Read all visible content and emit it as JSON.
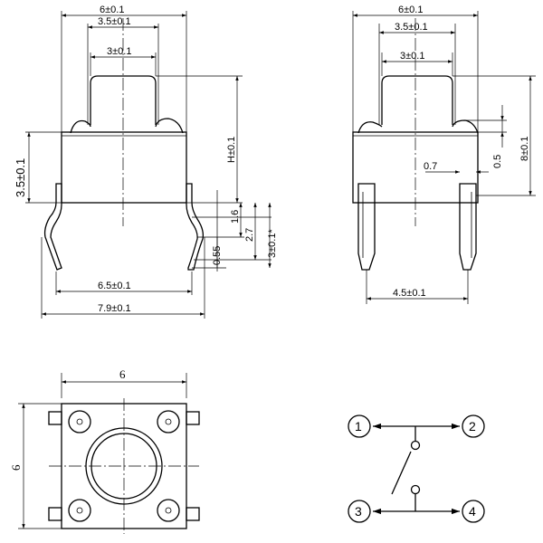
{
  "front_view": {
    "top_width": "6±0.1",
    "mid_width": "3.5±0.1",
    "stem_width": "3±0.1",
    "body_height": "3.5±0.1",
    "total_height": "H±0.1",
    "lead_1": "1.6",
    "lead_2": "2.7",
    "lead_3": "3±0.1*",
    "lead_4": "0.55",
    "pitch_inner": "6.5±0.1",
    "pitch_outer": "7.9±0.1"
  },
  "side_view": {
    "top_width": "6±0.1",
    "mid_width": "3.5±0.1",
    "stem_width": "3±0.1",
    "height": "8±0.1",
    "step": "0.5",
    "pin_width": "0.7",
    "pin_pitch": "4.5±0.1"
  },
  "top_view": {
    "width": "6",
    "height": "6"
  },
  "schematic": {
    "pin1": "1",
    "pin2": "2",
    "pin3": "3",
    "pin4": "4"
  }
}
